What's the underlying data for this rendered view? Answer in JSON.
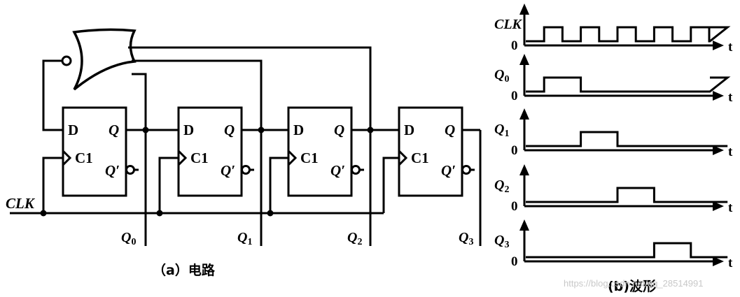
{
  "circuit": {
    "clk_label": "CLK",
    "ff_d_label": "D",
    "ff_c_label": "C1",
    "ff_q_label": "Q",
    "ff_qbar_label": "Q′",
    "outputs": [
      {
        "name": "Q",
        "sub": "0"
      },
      {
        "name": "Q",
        "sub": "1"
      },
      {
        "name": "Q",
        "sub": "2"
      },
      {
        "name": "Q",
        "sub": "3"
      }
    ],
    "caption": "（a）电路"
  },
  "waveforms": {
    "t_label": "t",
    "zero_label": "0",
    "signals": [
      {
        "name": "CLK",
        "sub": "",
        "levels": [
          0,
          1,
          0,
          1,
          0,
          1,
          0,
          1,
          0,
          1,
          0,
          1
        ]
      },
      {
        "name": "Q",
        "sub": "0",
        "levels": [
          0,
          1,
          1,
          0,
          0,
          0,
          0,
          0,
          0,
          0,
          0,
          1
        ]
      },
      {
        "name": "Q",
        "sub": "1",
        "levels": [
          0,
          0,
          0,
          1,
          1,
          0,
          0,
          0,
          0,
          0,
          0,
          0
        ]
      },
      {
        "name": "Q",
        "sub": "2",
        "levels": [
          0,
          0,
          0,
          0,
          0,
          1,
          1,
          0,
          0,
          0,
          0,
          0
        ]
      },
      {
        "name": "Q",
        "sub": "3",
        "levels": [
          0,
          0,
          0,
          0,
          0,
          0,
          0,
          1,
          1,
          0,
          0,
          0
        ]
      }
    ],
    "caption": "(b)波形"
  },
  "watermark": "https://blog.csdn.net/qq_28514991"
}
